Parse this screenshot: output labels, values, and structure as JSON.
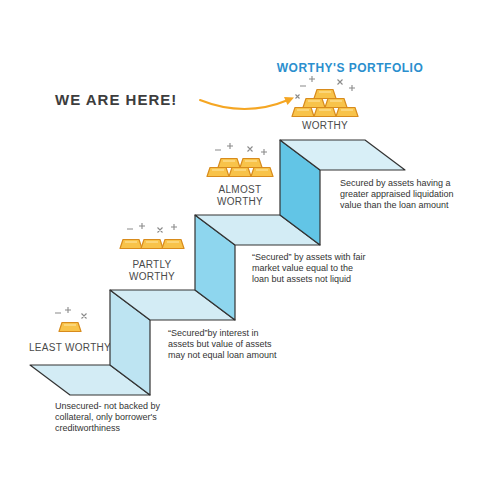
{
  "diagram": {
    "title": "WORTHY'S PORTFOLIO",
    "nodes": [
      {
        "text": [
          "LEAST WORTHY",
          "Unsecured- not backed by collateral, only borrower's creditworthiness"
        ]
      },
      {
        "text": [
          "PARTLY WORTHY",
          "“Secured”by interest in assets but value of assets may not equal loan amount"
        ]
      },
      {
        "text": [
          "ALMOST WORTHY",
          "“Secured” by assets with fair market value equal to the loan but assets not liquid"
        ]
      },
      {
        "text": [
          "WORTHY",
          "Secured by assets having a greater appraised liquidation value than the loan amount"
        ]
      }
    ],
    "labels": [
      "WE ARE HERE!"
    ]
  }
}
